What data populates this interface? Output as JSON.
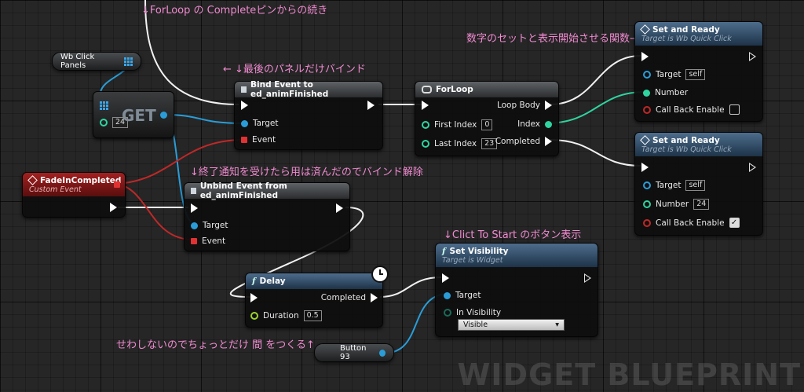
{
  "comments": {
    "forloop_cont": "↓ForLoop の Completeピンからの続き",
    "set_num": "数字のセットと表示開始させる関数→",
    "last_panel": "← ↓最後のパネルだけバインド",
    "unbind_note": "↓終了通知を受けたら用は済んだのでバインド解除",
    "click_start": "↓Clict To Start のボタン表示",
    "delay_note": "せわしないのでちょっとだけ 間 をつくる↑"
  },
  "wb_click_panels": "Wb Click Panels",
  "get_node": {
    "label": "GET",
    "index": "24"
  },
  "bind_event": {
    "title": "Bind Event to ed_animFinished",
    "target": "Target",
    "event": "Event"
  },
  "forloop": {
    "title": "ForLoop",
    "loop_body": "Loop Body",
    "first_index": "First Index",
    "first_val": "0",
    "index": "Index",
    "last_index": "Last Index",
    "last_val": "23",
    "completed": "Completed"
  },
  "set_ready_1": {
    "title": "Set and Ready",
    "subtitle": "Target is Wb Quick Click",
    "target": "Target",
    "target_val": "self",
    "number": "Number",
    "callback": "Call Back Enable"
  },
  "set_ready_2": {
    "title": "Set and Ready",
    "subtitle": "Target is Wb Quick Click",
    "target": "Target",
    "target_val": "self",
    "number": "Number",
    "number_val": "24",
    "callback": "Call Back Enable"
  },
  "fade_in": {
    "title": "FadeInCompleted",
    "subtitle": "Custom Event"
  },
  "unbind_event": {
    "title": "Unbind Event from ed_animFinished",
    "target": "Target",
    "event": "Event"
  },
  "set_visibility": {
    "title": "Set Visibility",
    "subtitle": "Target is Widget",
    "target": "Target",
    "in_visibility": "In Visibility",
    "visibility_val": "Visible"
  },
  "delay": {
    "title": "Delay",
    "completed": "Completed",
    "duration": "Duration",
    "duration_val": "0.5"
  },
  "button93": "Button 93",
  "watermark": "WIDGET BLUEPRINT",
  "colors": {
    "exec": "#ffffff",
    "object": "#2a9dd8",
    "int": "#2fd4a0",
    "delegate": "#e03232",
    "comment": "#f08ad0"
  }
}
